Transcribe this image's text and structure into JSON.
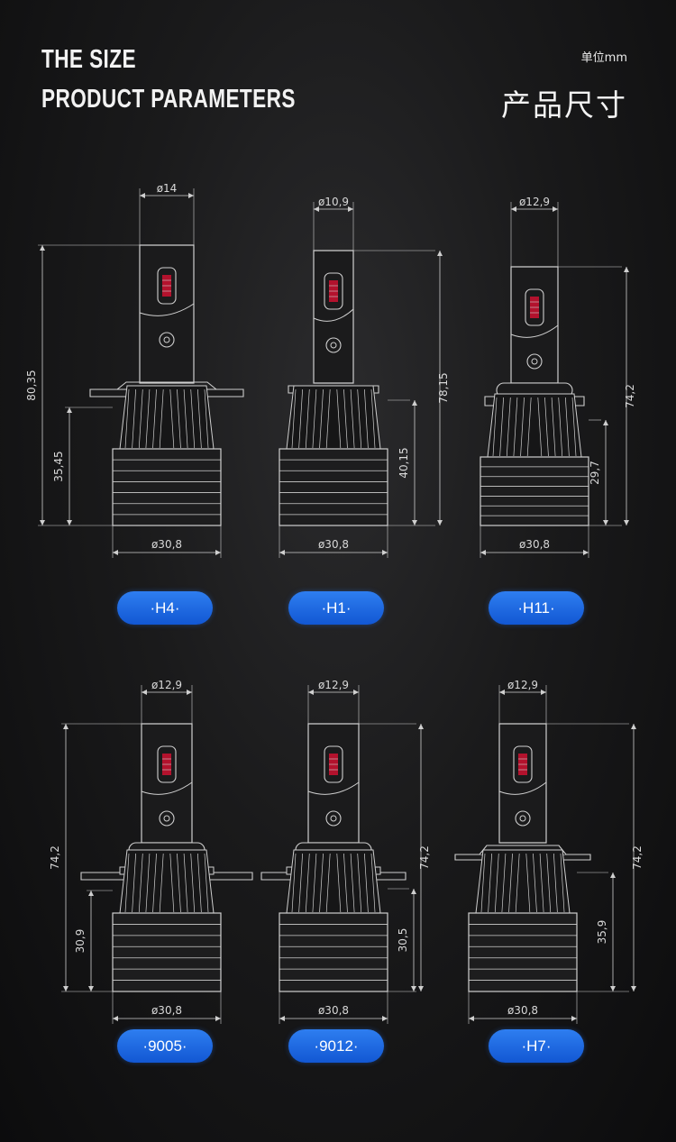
{
  "header": {
    "title_line1": "THE SIZE",
    "title_line2": "PRODUCT PARAMETERS",
    "unit": "单位mm",
    "title_cn": "产品尺寸"
  },
  "bulbs": [
    {
      "model": "·H4·",
      "top_dia": "ø14",
      "total_height": "80,35",
      "base_height": "35,45",
      "body_dia": "ø30,8"
    },
    {
      "model": "·H1·",
      "top_dia": "ø10,9",
      "total_height": "78,15",
      "base_height": "40,15",
      "body_dia": "ø30,8"
    },
    {
      "model": "·H11·",
      "top_dia": "ø12,9",
      "total_height": "74,2",
      "base_height": "29,7",
      "body_dia": "ø30,8"
    },
    {
      "model": "·9005·",
      "top_dia": "ø12,9",
      "total_height": "74,2",
      "base_height": "30,9",
      "body_dia": "ø30,8"
    },
    {
      "model": "·9012·",
      "top_dia": "ø12,9",
      "total_height": "74,2",
      "base_height": "30,5",
      "body_dia": "ø30,8"
    },
    {
      "model": "·H7·",
      "top_dia": "ø12,9",
      "total_height": "74,2",
      "base_height": "35,9",
      "body_dia": "ø30,8"
    }
  ],
  "colors": {
    "accent": "#1f6ae6",
    "line": "#cfcfcf"
  }
}
